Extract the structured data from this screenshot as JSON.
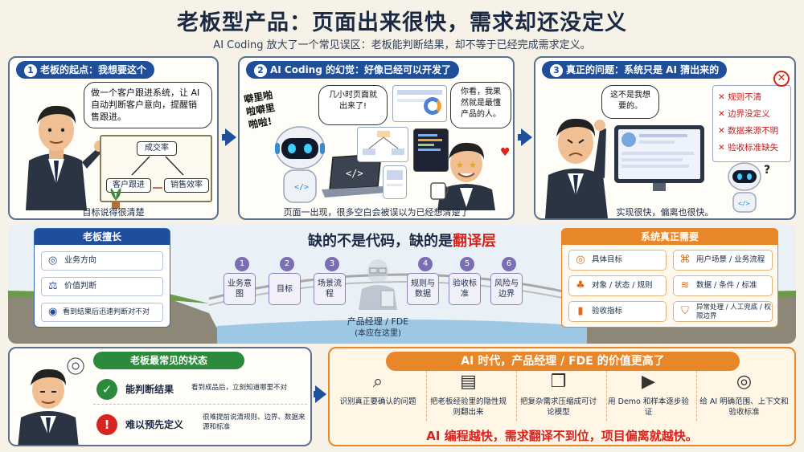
{
  "header": {
    "title": "老板型产品：页面出来很快，需求却还没定义",
    "subtitle": "AI Coding 放大了一个常见误区：老板能判断结果，却不等于已经完成需求定义。"
  },
  "panels": [
    {
      "num": "1",
      "title": "老板的起点：我想要这个",
      "bubble": "做一个客户跟进系统，让 AI 自动判断客户意向，提醒销售跟进。",
      "board_top": "成交率",
      "board_left": "客户跟进",
      "board_right": "销售效率",
      "caption": "目标说得很清楚"
    },
    {
      "num": "2",
      "title": "AI Coding 的幻觉：好像已经可以开发了",
      "robot_shout": "噼里啪啦噼里啪啦!",
      "speech1": "几小时页面就出来了!",
      "speech2": "你看，我果然就是最懂产品的人。",
      "caption": "页面一出现，很多空白会被误以为已经想清楚了"
    },
    {
      "num": "3",
      "title": "真正的问题：系统只是 AI 猜出来的",
      "bubble": "这不是我想要的。",
      "issues": [
        "规则不清",
        "边界没定义",
        "数据来源不明",
        "验收标准缺失"
      ],
      "caption": "实现很快，偏离也很快。"
    }
  ],
  "middle": {
    "headline_a": "缺的不是代码，缺的是",
    "headline_b": "翻译层",
    "boss_strength": {
      "title": "老板擅长",
      "items": [
        {
          "icon": "compass-icon",
          "glyph": "◎",
          "label": "业务方向"
        },
        {
          "icon": "scale-icon",
          "glyph": "⚖",
          "label": "价值判断"
        },
        {
          "icon": "eye-icon",
          "glyph": "◉",
          "label": "看到结果后迅速判断对不对"
        }
      ]
    },
    "steps": [
      {
        "num": "1",
        "label": "业务意图"
      },
      {
        "num": "2",
        "label": "目标"
      },
      {
        "num": "3",
        "label": "场景流程"
      },
      {
        "num": "4",
        "label": "规则与数据"
      },
      {
        "num": "5",
        "label": "验收标准"
      },
      {
        "num": "6",
        "label": "风险与边界"
      }
    ],
    "pm_label": "产品经理 / FDE",
    "pm_sub": "(本应在这里)",
    "system_needs": {
      "title": "系统真正需要",
      "items": [
        {
          "icon": "target-icon",
          "glyph": "◎",
          "label": "具体目标"
        },
        {
          "icon": "flow-icon",
          "glyph": "⌘",
          "label": "用户场景 / 业务流程"
        },
        {
          "icon": "hierarchy-icon",
          "glyph": "♣",
          "label": "对象 / 状态 / 规则"
        },
        {
          "icon": "database-icon",
          "glyph": "≋",
          "label": "数据 / 条件 / 标准"
        },
        {
          "icon": "bar-chart-icon",
          "glyph": "▮",
          "label": "验收指标"
        },
        {
          "icon": "shield-icon",
          "glyph": "⛉",
          "label": "异常处理 / 人工兜底 / 权限边界"
        }
      ]
    }
  },
  "bottom": {
    "state_title": "老板最常见的状态",
    "can": {
      "label": "能判断结果",
      "desc": "看到成品后，立刻知道哪里不对"
    },
    "cannot": {
      "label": "难以预先定义",
      "desc": "很难提前说清规则、边界、数据来源和标准"
    },
    "value_title": "AI 时代，产品经理 / FDE 的价值更高了",
    "values": [
      {
        "icon": "magnifier-icon",
        "glyph": "⌕",
        "label": "识别真正要确认的问题"
      },
      {
        "icon": "document-icon",
        "glyph": "▤",
        "label": "把老板经验里的隐性规则翻出来"
      },
      {
        "icon": "cubes-icon",
        "glyph": "❒",
        "label": "把复杂需求压缩成可讨论模型"
      },
      {
        "icon": "play-icon",
        "glyph": "▶",
        "label": "用 Demo 和样本逐步验证"
      },
      {
        "icon": "target-icon",
        "glyph": "◎",
        "label": "给 AI 明确范围、上下文和验收标准"
      }
    ],
    "slogan": "AI 编程越快，需求翻译不到位，项目偏离就越快。"
  },
  "colors": {
    "navy": "#1f4f9a",
    "orange": "#e8862a",
    "green": "#2c8a3c",
    "red": "#d8231f",
    "purple": "#7a6fb3"
  }
}
